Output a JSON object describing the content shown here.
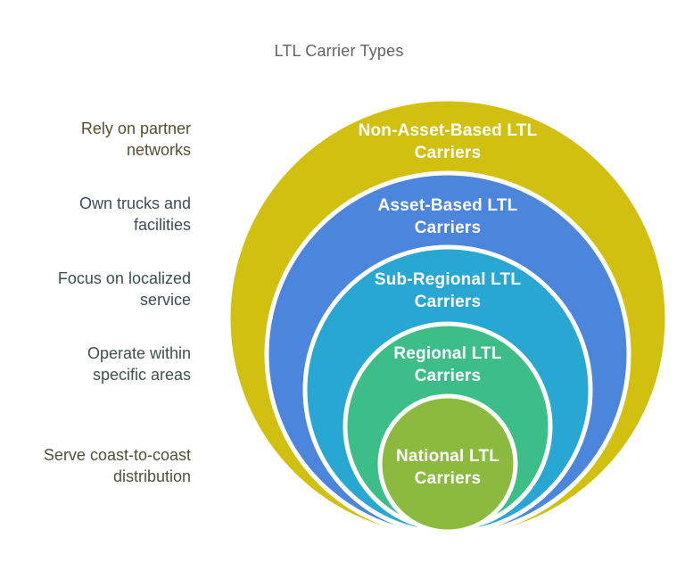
{
  "title": "LTL Carrier Types",
  "title_color": "#5f6368",
  "background_color": "#ffffff",
  "ring_stroke_color": "#ffffff",
  "rings": [
    {
      "name": "non-asset-based",
      "label_line1": "Non-Asset-Based LTL",
      "label_line2": "Carriers",
      "color": "#d2c011",
      "label_color": "#ffffff",
      "description_line1": "Rely on partner",
      "description_line2": "networks",
      "description_color": "#57502e"
    },
    {
      "name": "asset-based",
      "label_line1": "Asset-Based LTL",
      "label_line2": "Carriers",
      "color": "#4c85dc",
      "label_color": "#ffffff",
      "description_line1": "Own trucks and",
      "description_line2": "facilities",
      "description_color": "#3f4b5e"
    },
    {
      "name": "sub-regional",
      "label_line1": "Sub-Regional LTL",
      "label_line2": "Carriers",
      "color": "#28a7d2",
      "label_color": "#ffffff",
      "description_line1": "Focus on localized",
      "description_line2": "service",
      "description_color": "#3a4e57"
    },
    {
      "name": "regional",
      "label_line1": "Regional LTL",
      "label_line2": "Carriers",
      "color": "#3dbd88",
      "label_color": "#ffffff",
      "description_line1": "Operate within",
      "description_line2": "specific areas",
      "description_color": "#3f514c"
    },
    {
      "name": "national",
      "label_line1": "National LTL",
      "label_line2": "Carriers",
      "color": "#8bba3e",
      "label_color": "#ffffff",
      "description_line1": "Serve coast-to-coast",
      "description_line2": "distribution",
      "description_color": "#4c5338"
    }
  ]
}
